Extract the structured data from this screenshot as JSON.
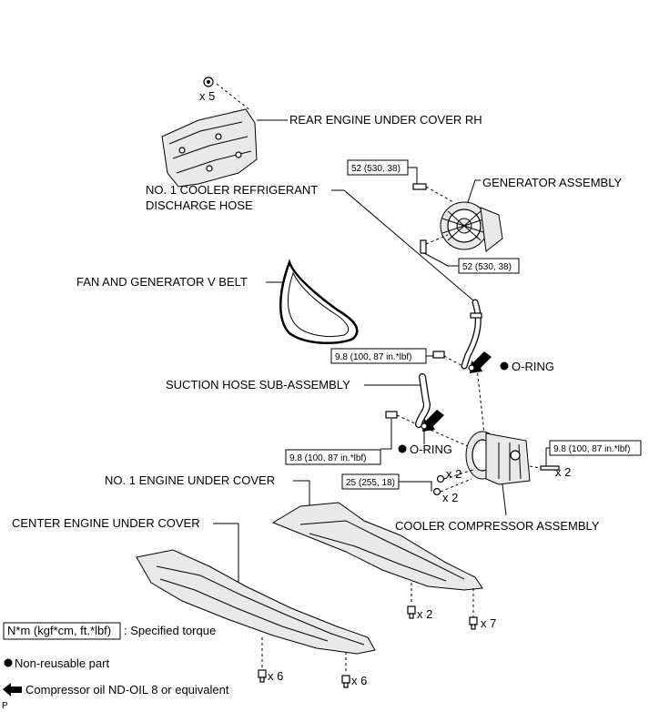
{
  "labels": {
    "rear_cover": "REAR ENGINE UNDER COVER RH",
    "generator": "GENERATOR ASSEMBLY",
    "discharge_hose_line1": "NO. 1 COOLER REFRIGERANT",
    "discharge_hose_line2": "DISCHARGE HOSE",
    "v_belt": "FAN AND GENERATOR V BELT",
    "suction_hose": "SUCTION HOSE SUB-ASSEMBLY",
    "no1_cover": "NO. 1 ENGINE UNDER COVER",
    "center_cover": "CENTER ENGINE UNDER COVER",
    "compressor": "COOLER COMPRESSOR ASSEMBLY",
    "o_ring_upper": "O-RING",
    "o_ring_lower": "O-RING"
  },
  "torques": {
    "gen_upper": "52 (530, 38)",
    "gen_lower": "52 (530, 38)",
    "discharge_bolt": "9.8 (100, 87 in.*lbf)",
    "suction_bolt": "9.8 (100, 87 in.*lbf)",
    "compressor_stud": "9.8 (100, 87 in.*lbf)",
    "compressor_bolts": "25 (255, 18)"
  },
  "quantities": {
    "rear_cover_screws": "x 5",
    "compressor_stud": "x 2",
    "compressor_bolt_a": "x 2",
    "compressor_bolt_b": "x 2",
    "no1_cover_a": "x 2",
    "no1_cover_b": "x 7",
    "center_cover_a": "x 6",
    "center_cover_b": "x 6"
  },
  "legend": {
    "torque_box": "N*m (kgf*cm, ft.*lbf)",
    "torque_text": ": Specified torque",
    "non_reusable": "Non-reusable part",
    "compressor_oil": "Compressor oil ND-OIL 8 or equivalent"
  },
  "corner_mark": "P"
}
